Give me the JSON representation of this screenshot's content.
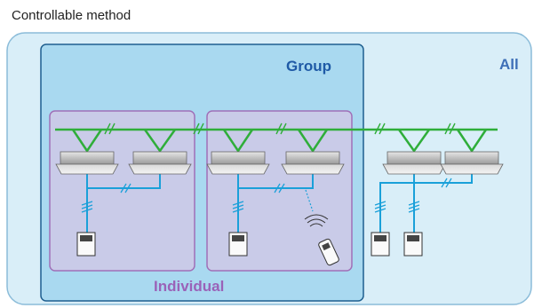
{
  "title": "Controllable method",
  "zones": {
    "all": "All",
    "group": "Group",
    "individual": "Individual"
  },
  "colors": {
    "all_fill": "#d9eef8",
    "all_border": "#8bbcd9",
    "group_fill": "#a9d9f0",
    "group_border": "#1f5f8f",
    "individual_fill": "#c9cbe8",
    "individual_border": "#a070b8",
    "green_line": "#2fae3a",
    "blue_line": "#1aa0d9"
  }
}
